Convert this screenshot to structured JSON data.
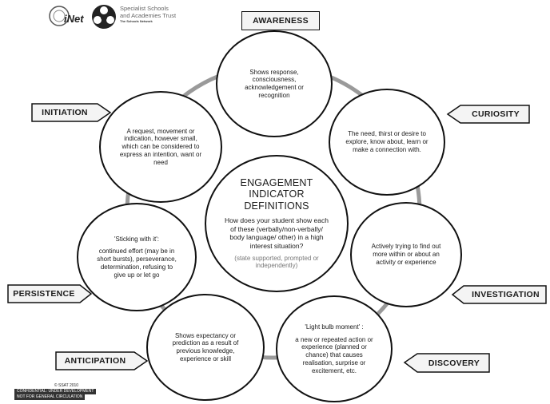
{
  "logos": {
    "inet": "iNet",
    "ssat_line1": "Specialist Schools",
    "ssat_line2": "and Academies Trust",
    "ssat_tagline": "The Schools Network"
  },
  "center": {
    "title_line1": "ENGAGEMENT",
    "title_line2": "INDICATOR",
    "title_line3": "DEFINITIONS",
    "question": "How does your student show each of these (verbally/non-verbally/ body language/ other) in a high interest situation?",
    "note": "(state supported, prompted or independently)"
  },
  "indicators": {
    "awareness": {
      "label": "AWARENESS",
      "definition": "Shows response, consciousness, acknowledgement or recognition"
    },
    "curiosity": {
      "label": "CURIOSITY",
      "definition": "The need, thirst or desire to explore, know about, learn or make a connection with."
    },
    "investigation": {
      "label": "INVESTIGATION",
      "definition": "Actively trying to find out more within or about an activity or experience"
    },
    "discovery": {
      "label": "DISCOVERY",
      "definition_title": "'Light bulb moment' :",
      "definition": "a new or repeated action or experience (planned or chance) that causes realisation, surprise or excitement, etc."
    },
    "anticipation": {
      "label": "ANTICIPATION",
      "definition": "Shows expectancy or prediction as a result of previous knowledge, experience or skill"
    },
    "persistence": {
      "label": "PERSISTENCE",
      "definition_title": "'Sticking with it':",
      "definition": "continued effort (may be in short bursts), perseverance, determination, refusing to give up or let go"
    },
    "initiation": {
      "label": "INITIATION",
      "definition": "A request, movement or indication, however small, which can be considered to express an intention, want or need"
    }
  },
  "footer": {
    "copyright": "© SSAT 2010",
    "confidential_line1": "CONFIDENTIAL: UNDER DEVELOPMENT",
    "confidential_line2": "NOT FOR GENERAL CIRCULATION"
  }
}
